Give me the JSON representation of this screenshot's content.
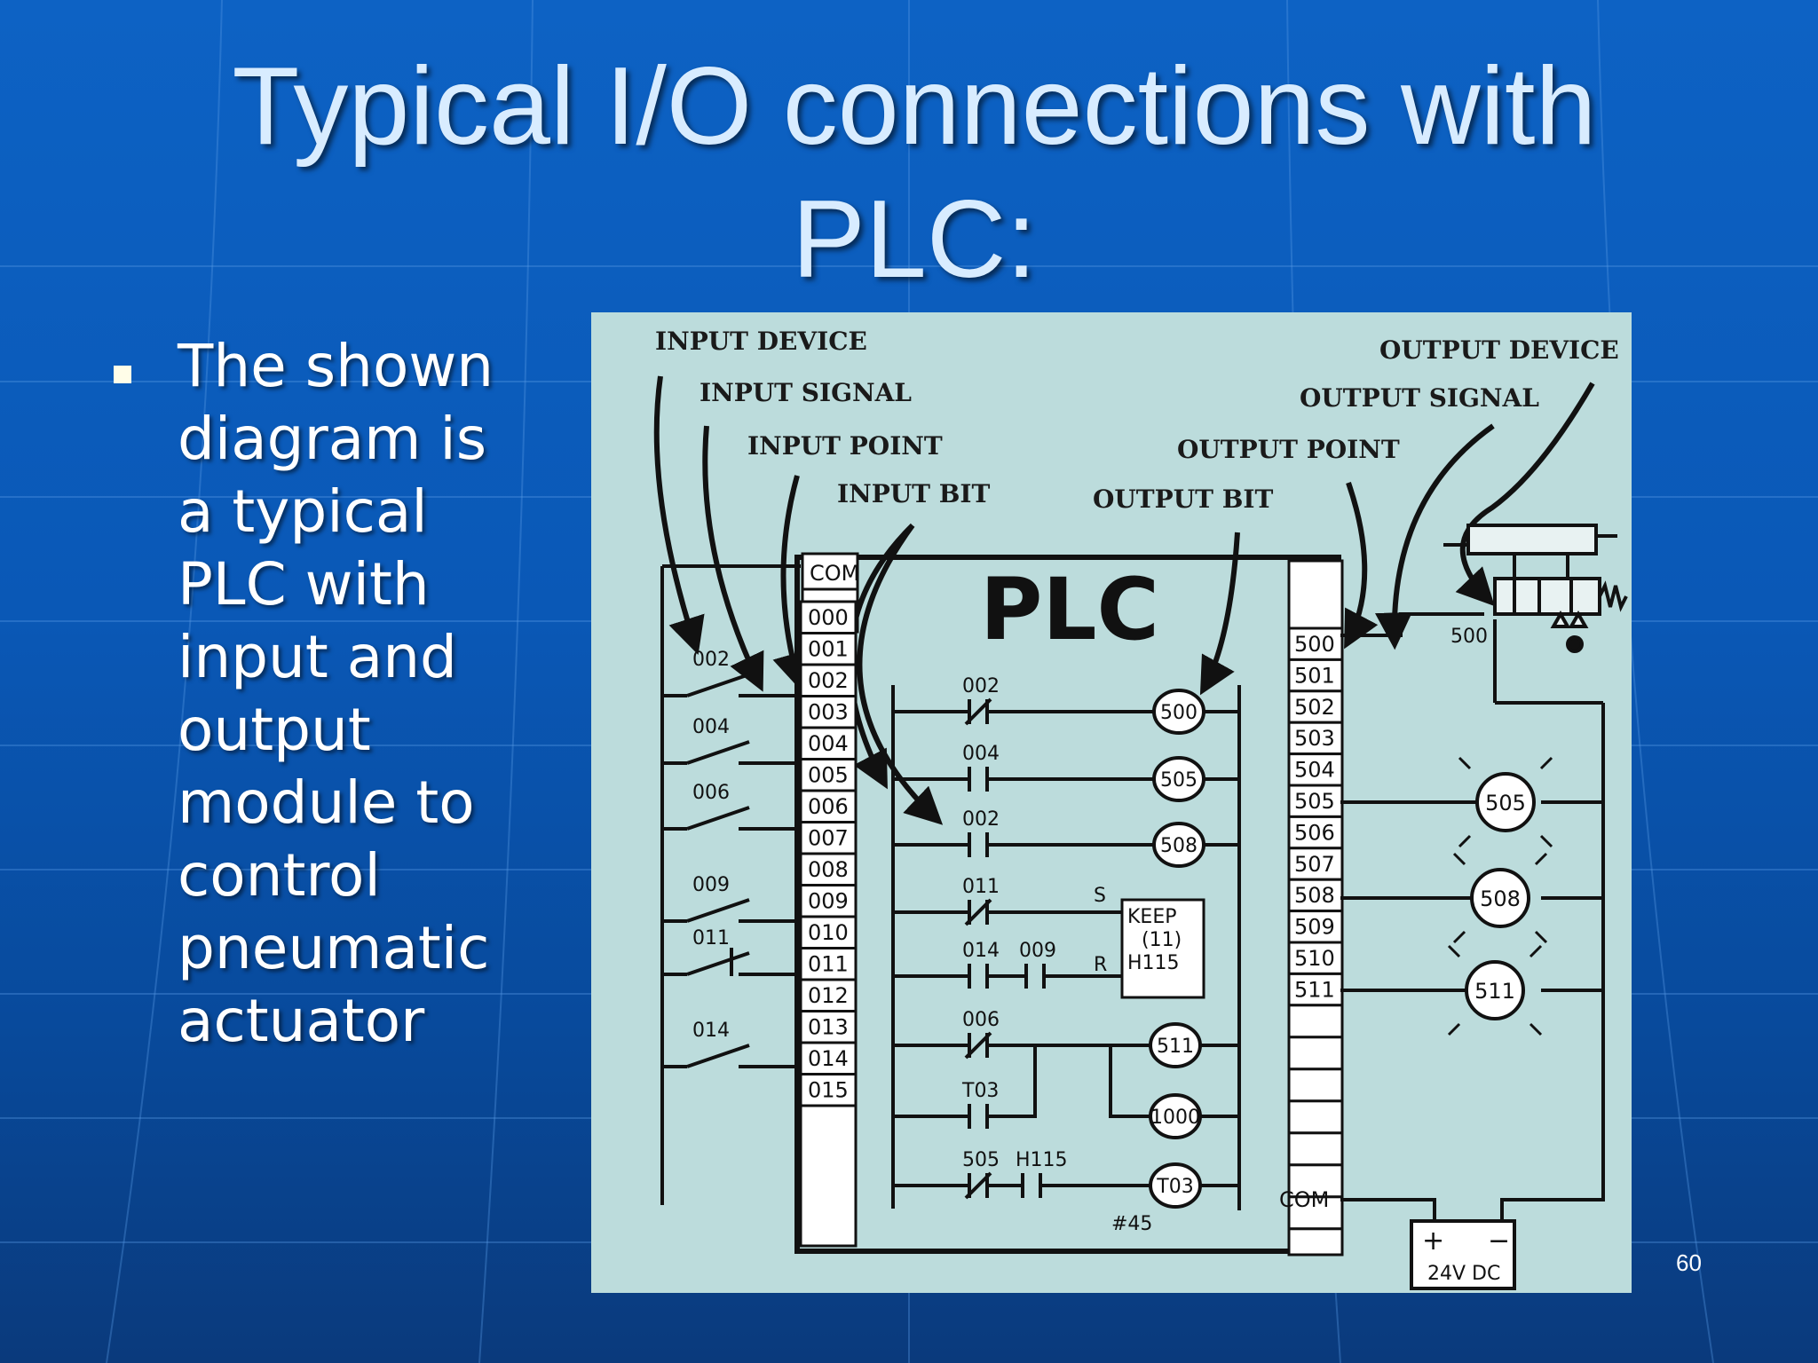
{
  "slide": {
    "title_line1": "Typical I/O connections with",
    "title_line2": "PLC:",
    "bullet_lines": [
      "The shown",
      "diagram is",
      "a typical",
      "PLC with",
      "input and",
      "output",
      "module to",
      "control",
      "pneumatic",
      "actuator"
    ],
    "page_number": "60"
  },
  "diagram": {
    "labels": {
      "input_device": "INPUT DEVICE",
      "input_signal": "INPUT SIGNAL",
      "input_point": "INPUT POINT",
      "input_bit": "INPUT BIT",
      "output_bit": "OUTPUT BIT",
      "output_point": "OUTPUT POINT",
      "output_signal": "OUTPUT SIGNAL",
      "output_device": "OUTPUT DEVICE",
      "plc": "PLC",
      "com": "COM",
      "power": "24V DC",
      "plus": "+",
      "minus": "−"
    },
    "input_points": [
      "000",
      "001",
      "002",
      "003",
      "004",
      "005",
      "006",
      "007",
      "008",
      "009",
      "010",
      "011",
      "012",
      "013",
      "014",
      "015"
    ],
    "output_points": [
      "500",
      "501",
      "502",
      "503",
      "504",
      "505",
      "506",
      "507",
      "508",
      "509",
      "510",
      "511"
    ],
    "input_switches": [
      "002",
      "004",
      "006",
      "009",
      "011",
      "014"
    ],
    "ladder": {
      "contacts": [
        "002",
        "004",
        "002",
        "011",
        "014",
        "009",
        "006",
        "T03",
        "505",
        "H115"
      ],
      "coils": [
        "500",
        "505",
        "508",
        "511",
        "1000",
        "T03"
      ],
      "keep_lines": [
        "KEEP",
        "(11)",
        "H115"
      ],
      "set_label": "S",
      "reset_label": "R",
      "timer_preset": "#45"
    },
    "output_devices": {
      "valve_label": "500",
      "lamps": [
        "505",
        "508",
        "511"
      ]
    }
  }
}
